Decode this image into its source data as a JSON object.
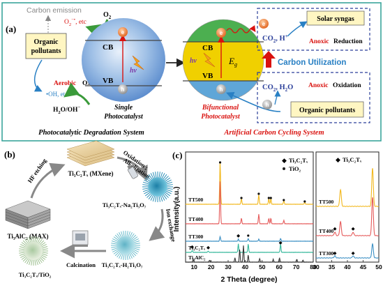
{
  "panel_a": {
    "label": "(a)",
    "carbon_emission": "Carbon emission",
    "o2": "O",
    "o2_sub": "2",
    "superoxide": "O",
    "superoxide_sub": "2",
    "superoxide_sup": "−•",
    "superoxide_tail": ", etc",
    "organic_pollutants_left": [
      "Organic",
      "pollutants"
    ],
    "aerobic": "Aerobic",
    "oxidation": "Oxidation",
    "cb": "CB",
    "vb": "VB",
    "hv": "hν",
    "oh_radical": "•OH, etc",
    "h2o_oh": "H",
    "h2o_sub": "2",
    "h2o_tail": "O/OH",
    "h2o_sup": "−",
    "single_photocatalyst": [
      "Single",
      "Photocatalyst"
    ],
    "system_left": "Photocatalytic Degradation System",
    "eg": "E",
    "eg_sub": "g",
    "bifunctional": [
      "Bifunctional",
      "Photocatalyst"
    ],
    "system_right": "Artificial Carbon Cycling System",
    "solar_syngas": "Solar syngas",
    "co2_top": "CO",
    "co2_top_sub": "2",
    "co2_top_tail": ", H",
    "co2_top_sup": "+",
    "anoxic": "Anoxic",
    "reduction": "Reduction",
    "carbon_utilization": "Carbon Utilization",
    "co2_bottom": "CO",
    "co2_bottom_sub": "2",
    "co2_bottom_tail": ", H",
    "co2_bottom_sub2": "2",
    "co2_bottom_tail2": "O",
    "oxidation2": "Oxidation",
    "organic_pollutants_right": "Organic pollutants",
    "electron": "e",
    "hole": "h"
  },
  "panel_b": {
    "label": "(b)",
    "hf_etching": "HF etching",
    "mxene": "Ti₃C₂Tₓ (MXene)",
    "max": "Ti₃AlC₂ (MAX)",
    "oxidation_alk": [
      "Oxidation ;",
      "Alkalization"
    ],
    "na_titanate": "Ti₃C₂Tₓ-Na₂Ti₃O₇",
    "ion_exchange": "Ion exchange",
    "h_titanate": "Ti₃C₂Tₓ-H₂Ti₃O₇",
    "calcination": "Calcination",
    "tio2": "Ti₃C₂Tₓ/TiO₂"
  },
  "panel_c": {
    "label": "(c)",
    "ylabel": "Intensity(a.u.)",
    "xlabel": "2 Theta (degree)",
    "legend_ti3c2tx": "Ti₃C₂Tₓ",
    "legend_tio2": "TiO₂",
    "legend_right": "Ti₃C₂Tₓ",
    "traces": [
      "TT500",
      "TT400",
      "TT300",
      "Ti₃C₂Tₓ",
      "Ti₃AlC₂"
    ],
    "right_traces": [
      "TT500",
      "TT400",
      "TT300"
    ]
  },
  "colors": {
    "frame": "#3aa59b",
    "dashed_box": "#2b3f9a",
    "cb_green": "#4caf50",
    "vb_yellow": "#f0d000",
    "arrow_green": "#3a9a3a",
    "arrow_red": "#d9120f",
    "carbon_blue": "#2980c4",
    "label_red": "#d9120f",
    "tt500": "#f2b81e",
    "tt400": "#e55a5a",
    "tt300": "#3a8fc4",
    "ti3c2tx": "#33b79a",
    "ti3alc2": "#333333"
  },
  "chart_data": [
    {
      "type": "line",
      "xlabel": "2 Theta (degree)",
      "ylabel": "Intensity(a.u.)",
      "xlim": [
        5,
        80
      ],
      "x_ticks": [
        10,
        20,
        30,
        40,
        50,
        60,
        70,
        80
      ],
      "series": [
        {
          "name": "TT500",
          "peaks": [
            25.3,
            37.8,
            48.0,
            53.9,
            55.1,
            62.7,
            75.0
          ]
        },
        {
          "name": "TT400",
          "peaks": [
            25.3,
            37.8,
            48.0,
            53.9,
            55.1,
            62.7
          ]
        },
        {
          "name": "TT300",
          "peaks": [
            25.3,
            36.0,
            41.8,
            48.0,
            60.8
          ]
        },
        {
          "name": "Ti₃C₂Tₓ",
          "peaks": [
            8.9,
            18.3,
            36.0,
            41.8,
            60.8
          ]
        },
        {
          "name": "Ti₃AlC₂",
          "peaks": [
            9.5,
            19.1,
            34.0,
            36.8,
            39.0,
            41.8,
            48.5,
            56.5,
            60.2,
            70.4,
            74.0
          ]
        }
      ]
    },
    {
      "type": "line",
      "xlabel": "",
      "xlim": [
        30,
        50
      ],
      "x_ticks": [
        30,
        35,
        40,
        45,
        50
      ],
      "series": [
        {
          "name": "TT500",
          "peaks": [
            37.8,
            48.0
          ]
        },
        {
          "name": "TT400",
          "peaks": [
            36.0,
            37.8,
            41.8,
            48.0
          ]
        },
        {
          "name": "TT300",
          "peaks": [
            36.0,
            41.8,
            48.0
          ]
        }
      ]
    }
  ]
}
